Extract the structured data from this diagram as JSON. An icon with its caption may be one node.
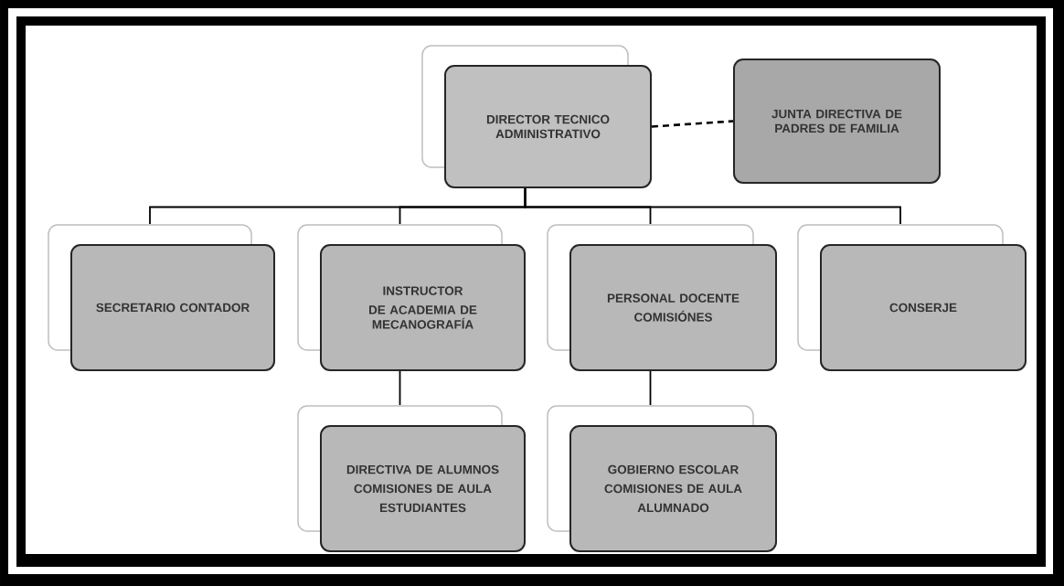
{
  "diagram": {
    "nodes": [
      {
        "text": [
          "DIRECTOR TECNICO ADMINISTRATIVO"
        ]
      },
      {
        "text": [
          "JUNTA DIRECTIVA DE PADRES DE FAMILIA"
        ]
      },
      {
        "text": [
          "SECRETARIO CONTADOR"
        ]
      },
      {
        "text": [
          "INSTRUCTOR",
          "DE ACADEMIA DE MECANOGRAFÍA"
        ]
      },
      {
        "text": [
          "PERSONAL DOCENTE",
          "COMISIÓNES"
        ]
      },
      {
        "text": [
          "CONSERJE"
        ]
      },
      {
        "text": [
          "DIRECTIVA DE ALUMNOS",
          "COMISIONES DE AULA",
          "ESTUDIANTES"
        ]
      },
      {
        "text": [
          "GOBIERNO ESCOLAR",
          "COMISIONES DE AULA",
          "ALUMNADO"
        ]
      }
    ],
    "edges": [
      {
        "from": 0,
        "to": 1,
        "arrow": "none",
        "style": "dashed"
      },
      {
        "from": 0,
        "to": 2,
        "arrow": "none"
      },
      {
        "from": 0,
        "to": 3,
        "arrow": "none"
      },
      {
        "from": 0,
        "to": 4,
        "arrow": "none"
      },
      {
        "from": 0,
        "to": 5,
        "arrow": "none"
      },
      {
        "from": 3,
        "to": 6,
        "arrow": "none"
      },
      {
        "from": 4,
        "to": 7,
        "arrow": "none"
      }
    ]
  }
}
